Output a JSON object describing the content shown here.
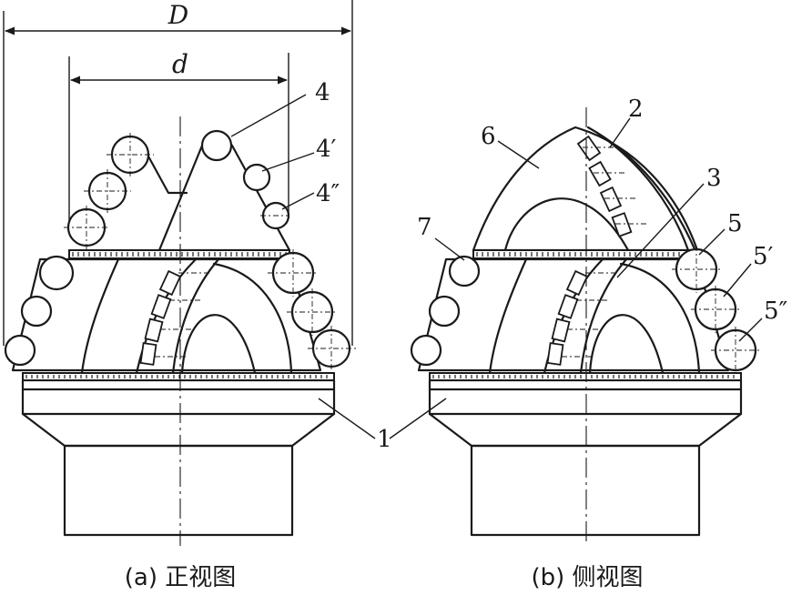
{
  "dimensions": {
    "outer": "D",
    "inner": "d"
  },
  "front_labels": {
    "l4": "4",
    "l4p": "4′",
    "l4pp": "4″",
    "l1": "1"
  },
  "side_labels": {
    "l2": "2",
    "l3": "3",
    "l5": "5",
    "l5p": "5′",
    "l5pp": "5″",
    "l6": "6",
    "l7": "7"
  },
  "captions": {
    "a": "(a) 正视图",
    "b": "(b) 侧视图"
  },
  "colors": {
    "line": "#1a1a1a",
    "background": "#ffffff"
  }
}
